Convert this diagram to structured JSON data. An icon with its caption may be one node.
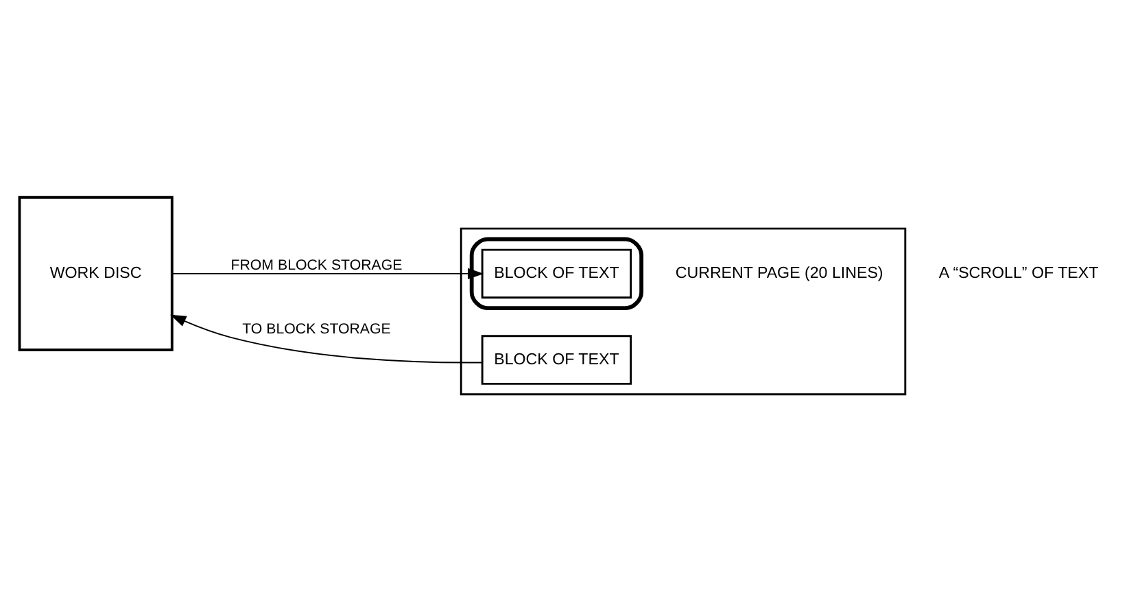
{
  "diagram": {
    "nodes": [
      {
        "text": [
          "WORK DISC"
        ]
      },
      {
        "text": [],
        "shape": "bar",
        "beside": [
          "A “SCROLL” OF TEXT"
        ]
      },
      {
        "text": [
          "BLOCK OF TEXT"
        ],
        "in": 1
      },
      {
        "text": [],
        "shape": "box",
        "in": 1,
        "beside": [
          "CURRENT PAGE (20 LINES)"
        ]
      },
      {
        "text": [
          "BLOCK OF TEXT"
        ],
        "in": 3
      }
    ],
    "edges": [
      {
        "from": 2,
        "to": 0,
        "arrow": "to",
        "label": "TO BLOCK STORAGE"
      },
      {
        "from": 0,
        "to": 4,
        "arrow": "to",
        "label": "FROM BLOCK STORAGE"
      }
    ]
  }
}
